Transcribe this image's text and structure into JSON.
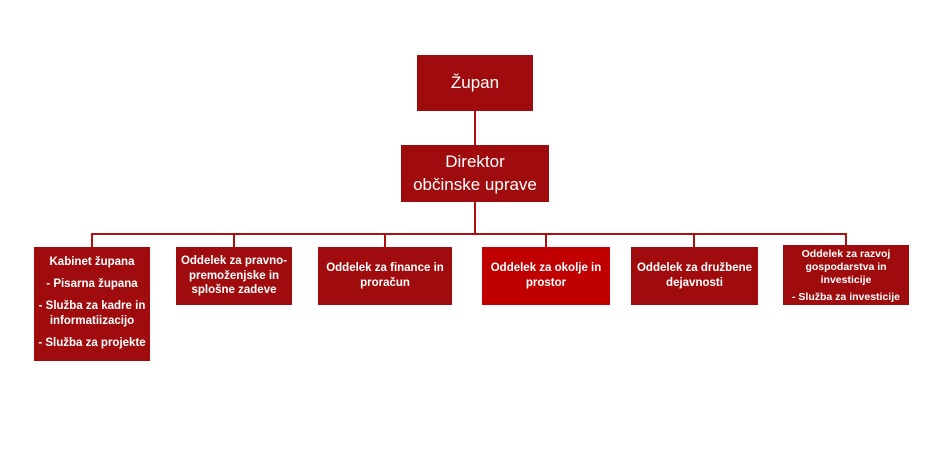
{
  "colors": {
    "box_dark_red": "#A00C0D",
    "box_bright_red": "#C00000",
    "connector_red": "#B11013",
    "text": "#FFFFFF",
    "background": "#FFFFFF"
  },
  "org_chart": {
    "type": "organizational-chart",
    "mayor": {
      "label": "Župan"
    },
    "director": {
      "label": "Direktor občinske uprave"
    },
    "departments": [
      {
        "label": "Kabinet župana",
        "items": [
          "- Pisarna župana",
          "- Služba za kadre in informatiizacijo",
          "- Služba za projekte"
        ]
      },
      {
        "label": "Oddelek za pravno-premoženjske in splošne zadeve"
      },
      {
        "label": "Oddelek za finance in proračun"
      },
      {
        "label": "Oddelek za okolje in prostor"
      },
      {
        "label": "Oddelek za družbene dejavnosti"
      },
      {
        "label": "Oddelek za razvoj gospodarstva in investicije",
        "items": [
          "- Služba za investicije"
        ]
      }
    ]
  }
}
